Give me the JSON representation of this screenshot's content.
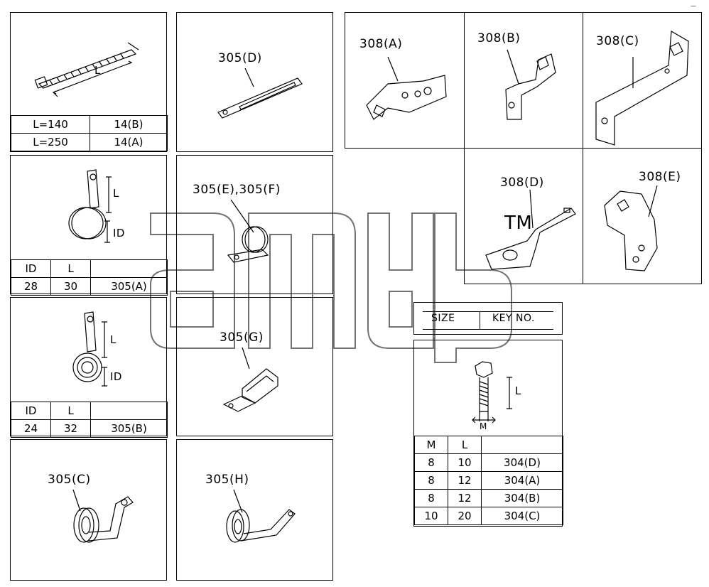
{
  "cable_tie": {
    "dim_label": "L",
    "rows": [
      {
        "size": "L=140",
        "key": "14(B)"
      },
      {
        "size": "L=250",
        "key": "14(A)"
      }
    ]
  },
  "clip_305a": {
    "dim_l": "L",
    "dim_id": "ID",
    "headers": [
      "ID",
      "L",
      ""
    ],
    "row": [
      "28",
      "30",
      "305(A)"
    ]
  },
  "clip_305b": {
    "dim_l": "L",
    "dim_id": "ID",
    "headers": [
      "ID",
      "L",
      ""
    ],
    "row": [
      "24",
      "32",
      "305(B)"
    ]
  },
  "labels": {
    "p305c": "305(C)",
    "p305d": "305(D)",
    "p305ef": "305(E),305(F)",
    "p305g": "305(G)",
    "p305h": "305(H)",
    "p308a": "308(A)",
    "p308b": "308(B)",
    "p308c": "308(C)",
    "p308d": "308(D)",
    "p308e": "308(E)"
  },
  "size_key": {
    "size": "SIZE",
    "key": "KEY NO."
  },
  "bolt": {
    "dim_l": "L",
    "dim_m": "M",
    "headers": [
      "M",
      "L",
      ""
    ],
    "rows": [
      [
        "8",
        "10",
        "304(D)"
      ],
      [
        "8",
        "12",
        "304(A)"
      ],
      [
        "8",
        "12",
        "304(B)"
      ],
      [
        "10",
        "20",
        "304(C)"
      ]
    ]
  },
  "watermark": {
    "brand": "amd",
    "mark": "TM"
  }
}
